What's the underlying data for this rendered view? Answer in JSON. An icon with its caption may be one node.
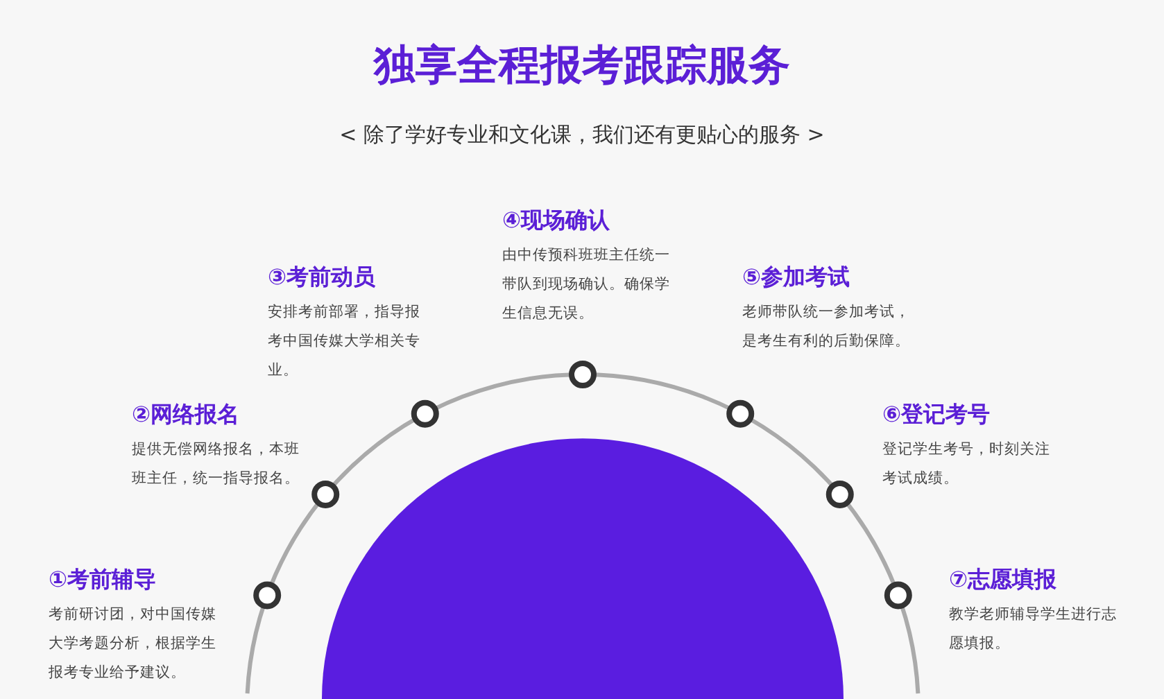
{
  "diagram": {
    "title": "独享全程报考跟踪服务",
    "caption": "< 除了学好专业和文化课，我们还有更贴心的服务 >",
    "nodes": [
      {
        "text": [
          "①考前辅导",
          "考前研讨团，对中国传媒大学考题分析，根据学生报考专业给予建议。"
        ]
      },
      {
        "text": [
          "②网络报名",
          "提供无偿网络报名，本班班主任，统一指导报名。"
        ]
      },
      {
        "text": [
          "③考前动员",
          "安排考前部署，指导报考中国传媒大学相关专业。"
        ]
      },
      {
        "text": [
          "④现场确认",
          "由中传预科班班主任统一带队到现场确认。确保学生信息无误。"
        ]
      },
      {
        "text": [
          "⑤参加考试",
          "老师带队统一参加考试，是考生有利的后勤保障。"
        ]
      },
      {
        "text": [
          "⑥登记考号",
          "登记学生考号，时刻关注考试成绩。"
        ]
      },
      {
        "text": [
          "⑦志愿填报",
          "教学老师辅导学生进行志愿填报。"
        ]
      }
    ]
  }
}
